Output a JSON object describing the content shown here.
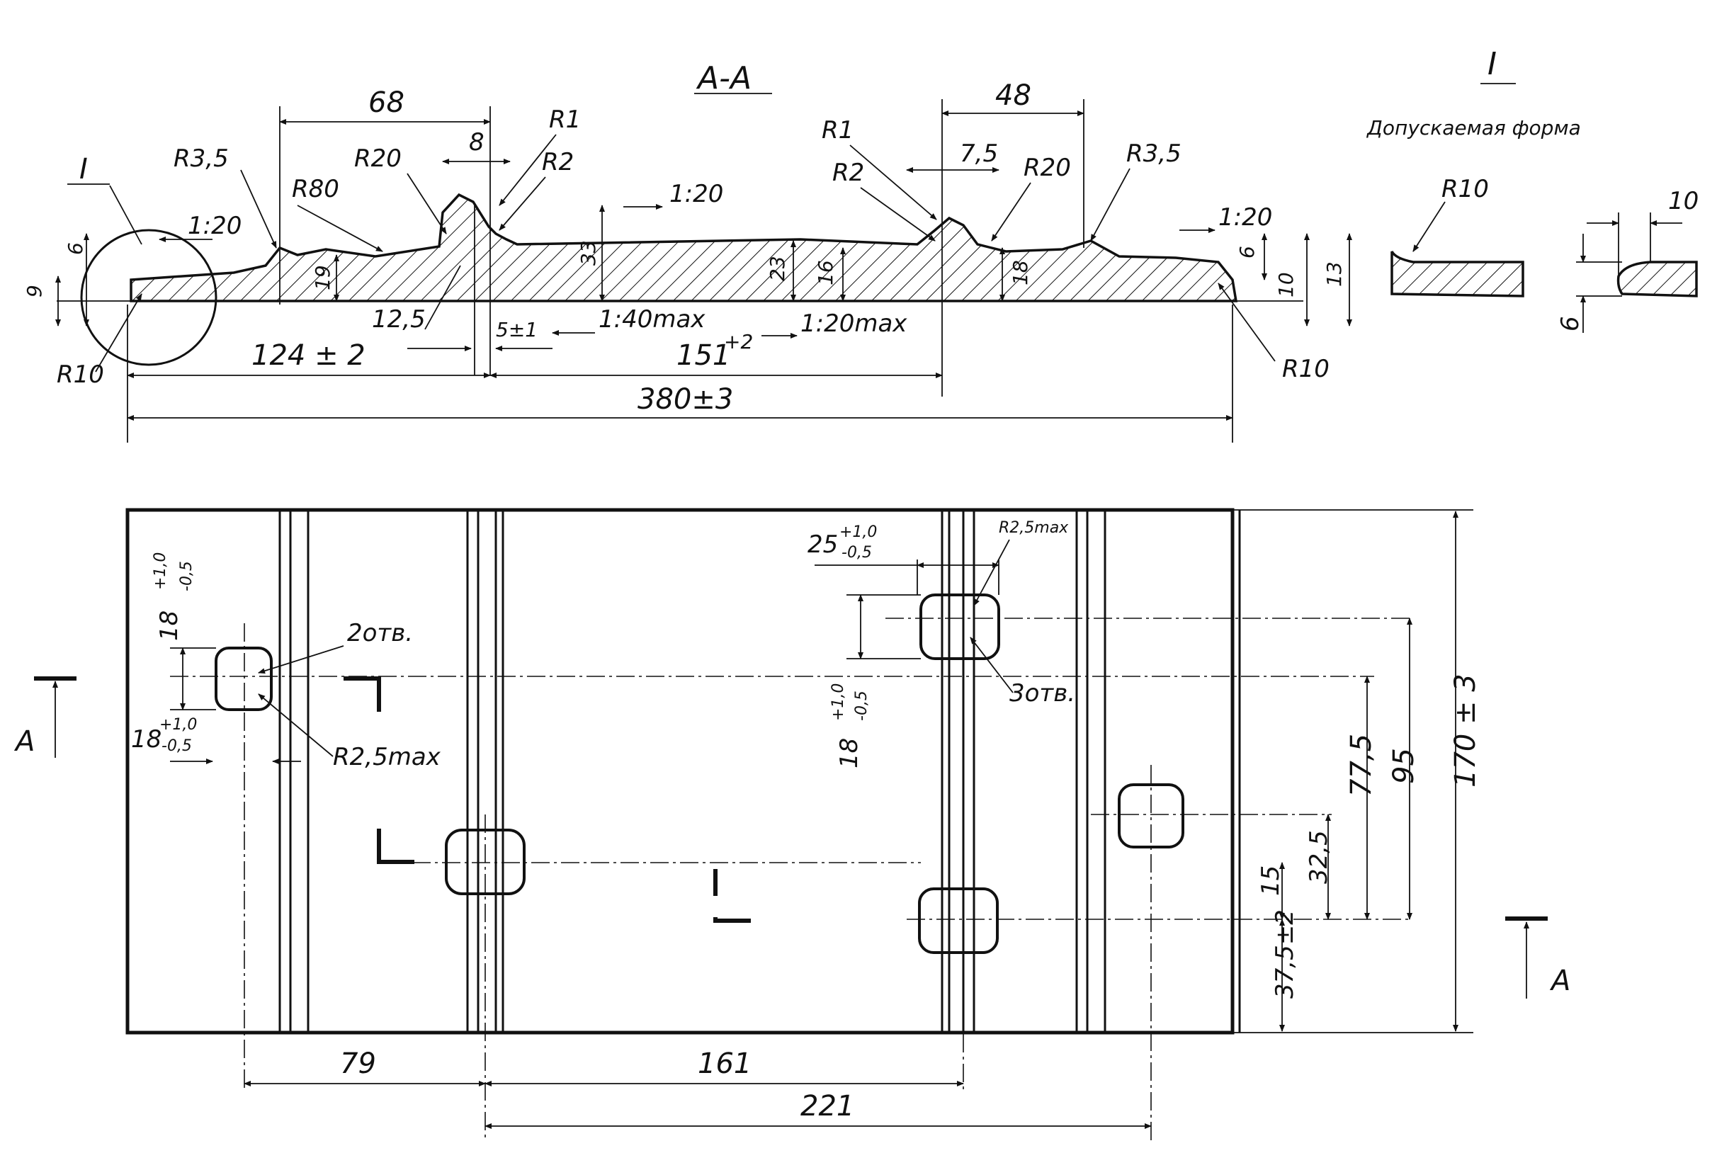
{
  "section_view": {
    "title": "A-A",
    "total_length": "380±3",
    "seg_left": "124 ± 2",
    "seg_mid": "151",
    "seg_mid_tol": "+2",
    "rib_width_left": "68",
    "rib_width_right": "48",
    "rib_top": "8",
    "rib_gap": "7,5",
    "heights": [
      "9",
      "6",
      "19",
      "33",
      "23",
      "16",
      "18",
      "6",
      "10",
      "13"
    ],
    "radii": [
      "R3,5",
      "R80",
      "R20",
      "R1",
      "R2",
      "R1",
      "R2",
      "R20",
      "R3,5",
      "R10",
      "R10"
    ],
    "slopes": [
      "1:20",
      "1:20",
      "1:20",
      "1:40max",
      "1:20max"
    ],
    "base_dims": [
      "12,5",
      "5±1"
    ],
    "detail_marker": "I"
  },
  "detail_view": {
    "marker": "I",
    "caption": "Допускаемая форма",
    "radius": "R10",
    "width": "10",
    "thickness": "6"
  },
  "plan_view": {
    "section_mark": "A",
    "overall_width": "170 ± 3",
    "dims_vertical": [
      "95",
      "77,5",
      "32,5",
      "15",
      "37,5±2"
    ],
    "dims_horizontal": [
      "79",
      "161",
      "221"
    ],
    "hole_left": {
      "count": "2отв.",
      "size_v": "18",
      "size_v_tol_up": "+1,0",
      "size_v_tol_dn": "-0,5",
      "size_h": "18",
      "size_h_tol_up": "+1,0",
      "size_h_tol_dn": "-0,5",
      "radius": "R2,5max"
    },
    "hole_right": {
      "count": "3отв.",
      "size_h": "25",
      "size_h_tol_up": "+1,0",
      "size_h_tol_dn": "-0,5",
      "size_v": "18",
      "size_v_tol_up": "+1,0",
      "size_v_tol_dn": "-0,5",
      "radius": "R2,5max"
    }
  }
}
